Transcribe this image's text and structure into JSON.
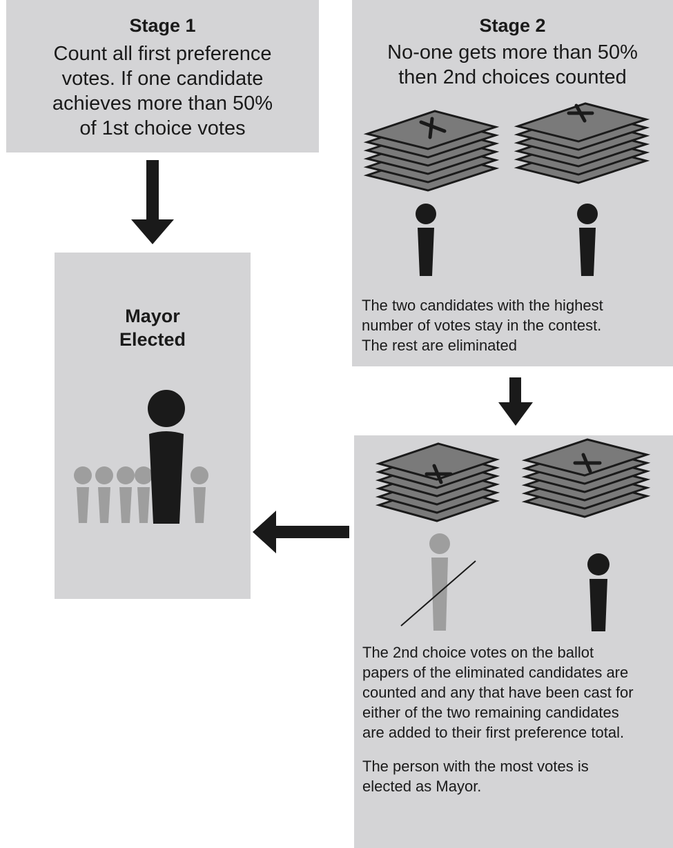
{
  "stage1": {
    "title": "Stage 1",
    "lines": [
      "Count all first preference",
      "votes. If one candidate",
      "achieves more than 50%",
      "of 1st choice votes"
    ]
  },
  "stage2": {
    "title": "Stage 2",
    "lines": [
      "No-one gets more than 50%",
      "then 2nd choices counted"
    ],
    "note_lines": [
      "The two candidates with the highest",
      "number of votes stay in the contest.",
      "The rest are eliminated"
    ]
  },
  "result": {
    "title_lines": [
      "Mayor",
      "Elected"
    ]
  },
  "stage3": {
    "note_lines": [
      "The 2nd choice votes on the ballot",
      "papers of the eliminated candidates are",
      "counted and any that have been cast for",
      "either of the two remaining candidates",
      "are added to their first preference total."
    ],
    "final_lines": [
      "The person with the most votes is",
      "elected as Mayor."
    ]
  },
  "colors": {
    "box": "#d4d4d6",
    "dark": "#1a1a1a",
    "ballot": "#7a7a7a",
    "faded": "#9e9e9e"
  }
}
